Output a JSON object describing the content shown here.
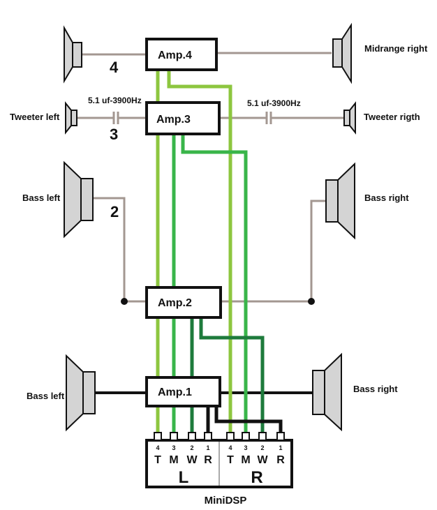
{
  "amps": {
    "amp4": "Amp.4",
    "amp3": "Amp.3",
    "amp2": "Amp.2",
    "amp1": "Amp.1"
  },
  "speakers": {
    "midrange_right": "Midrange right",
    "tweeter_left": "Tweeter left",
    "tweeter_right": "Tweeter  rigth",
    "bass_left_top": "Bass left",
    "bass_right_top": "Bass right",
    "bass_left_bottom": "Bass left",
    "bass_right_bottom": "Bass right"
  },
  "capacitors": {
    "left": "5.1 uf-3900Hz",
    "right": "5.1 uf-3900Hz"
  },
  "wire_numbers": {
    "n4": "4",
    "n3": "3",
    "n2": "2"
  },
  "minidsp": {
    "title": "MiniDSP",
    "left_side": "L",
    "right_side": "R",
    "left_channels": [
      {
        "num": "4",
        "letter": "T"
      },
      {
        "num": "3",
        "letter": "M"
      },
      {
        "num": "2",
        "letter": "W"
      },
      {
        "num": "1",
        "letter": "R"
      }
    ],
    "right_channels": [
      {
        "num": "4",
        "letter": "T"
      },
      {
        "num": "3",
        "letter": "M"
      },
      {
        "num": "2",
        "letter": "W"
      },
      {
        "num": "1",
        "letter": "R"
      }
    ]
  },
  "colors": {
    "light_green": "#8dc63f",
    "mid_green": "#39b54a",
    "dark_green": "#1e7b3c",
    "speaker_wire": "#a39791",
    "black": "#111111",
    "speaker_fill": "#d4d4d4"
  }
}
